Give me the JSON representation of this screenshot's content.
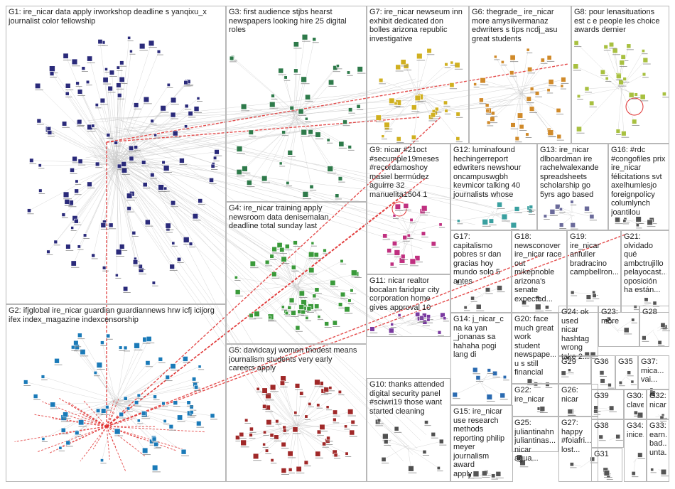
{
  "colors": {
    "border": "#b8b8b8",
    "edge": "#c8c8c8",
    "cross_edge": "#e03030",
    "G1": "#2a2a7a",
    "G2": "#1a7ab8",
    "G3": "#2e7a4a",
    "G4": "#3a9a3a",
    "G5": "#a02828",
    "G6": "#d08a2a",
    "G7": "#d0b020",
    "G8": "#a8c040",
    "G9": "#c03080",
    "G10": "#505050",
    "G11": "#7a3aa0",
    "G12": "#3aa0a0",
    "G13": "#6a6a9a",
    "G14": "#2a6ab0"
  },
  "groups": [
    {
      "id": "G1",
      "label": "G1: ire_nicar data apply irworkshop deadline s yanqixu_x\njournalist color fellowship"
    },
    {
      "id": "G2",
      "label": "G2: ifjglobal ire_nicar guardian guardiannews hrw icfj icijorg\nifex index_magazine indexcensorship"
    },
    {
      "id": "G3",
      "label": "G3: first audience stjbs hearst\nnewspapers looking hire 25 digital\nroles"
    },
    {
      "id": "G4",
      "label": "G4: ire_nicar training apply\nnewsroom data denisemalan\ndeadline total sunday last"
    },
    {
      "id": "G5",
      "label": "G5: davidcayj women modest means\njournalism students very early\ncareers apply"
    },
    {
      "id": "G6",
      "label": "G6: thegrade_ ire_nicar\nmore amysilvermanaz\nedwriters s tips ncdj_asu\ngreat students"
    },
    {
      "id": "G7",
      "label": "G7: ire_nicar newseum inn\nexhibit dedicated don\nbolles arizona republic\ninvestigative"
    },
    {
      "id": "G8",
      "label": "G8: pour lenasituations\nest c e people les choice\nawards dernier"
    },
    {
      "id": "G9",
      "label": "G9: nicar #21oct\n#secumple19meses\n#recordamoshoy\nmasiel bermúdez\naguirre 32\nmanuelita1504 1"
    },
    {
      "id": "G10",
      "label": "G10: thanks attended\ndigital security panel\n#sciwri19 those want\nstarted cleaning"
    },
    {
      "id": "G11",
      "label": "G11: nicar realtor\nbocalan faridpur city\ncorporation home\ngives approval 10"
    },
    {
      "id": "G12",
      "label": "G12: luminafound\nhechingerreport\nedwriters newshour\noncampuswgbh\nkevmicor talking 40\njournalists whose"
    },
    {
      "id": "G13",
      "label": "G13: ire_nicar\ndlboardman ire\nrachelwalexande\nspreadsheets\nscholarship go\n5yrs ago based"
    },
    {
      "id": "G14",
      "label": "G14: j_nicar_c\nna ka yan\n_jonanas sa\nhahaha pogi\nlang di"
    },
    {
      "id": "G15",
      "label": "G15: ire_nicar\nuse research\nmethods\nreporting philip\nmeyer\njournalism award\napply"
    },
    {
      "id": "G16",
      "label": "G16: #rdc\n#congofiles prix\nire_nicar\nfélicitations svt\naxelhumlesjo\nforeignpolicy\ncolumlynch\njoantilou"
    },
    {
      "id": "G17",
      "label": "G17: capitalismo\npobres sr dan\ngracias hoy\nmundo solo 5\nantes"
    },
    {
      "id": "G18",
      "label": "G18:\nnewsconover\nire_nicar race\nout mikepnoble\narizona's\nsenate\nexpected..."
    },
    {
      "id": "G19",
      "label": "G19:\nire_nicar\nanfuller\nbradracino\ncampbellron..."
    },
    {
      "id": "G20",
      "label": "G20: face\nmuch great\nwork\nstudent\nnewspape...\nu s still\nfinancial"
    },
    {
      "id": "G21",
      "label": "G21:\nolvidado\nqué\nambctrujillo\npelayocast...\noposición\nha están..."
    },
    {
      "id": "G22",
      "label": "G22:\nire_nicar"
    },
    {
      "id": "G23",
      "label": "G23: more"
    },
    {
      "id": "G24",
      "label": "G24: ok\nused nicar\nhashtag\nwrong\ntake 2..."
    },
    {
      "id": "G25",
      "label": "G25:\njuliantinahn\njuliantinas...\nnicar agua..."
    },
    {
      "id": "G26",
      "label": "G26:\nnicar"
    },
    {
      "id": "G27",
      "label": "G27:\nhappy\n#foiafri...\nlost..."
    },
    {
      "id": "G28",
      "label": "G28"
    },
    {
      "id": "G29",
      "label": "G29"
    },
    {
      "id": "G30",
      "label": "G30:\nclave"
    },
    {
      "id": "G31",
      "label": "G31"
    },
    {
      "id": "G32",
      "label": "G32:\nnicar"
    },
    {
      "id": "G33",
      "label": "G33:\nearn...\nbad...\nunta..."
    },
    {
      "id": "G34",
      "label": "G34:\ninice..."
    },
    {
      "id": "G35",
      "label": "G35"
    },
    {
      "id": "G36",
      "label": "G36"
    },
    {
      "id": "G37",
      "label": "G37:\nmica...\nvai..."
    },
    {
      "id": "G38",
      "label": "G38"
    },
    {
      "id": "G39",
      "label": "G39"
    }
  ]
}
